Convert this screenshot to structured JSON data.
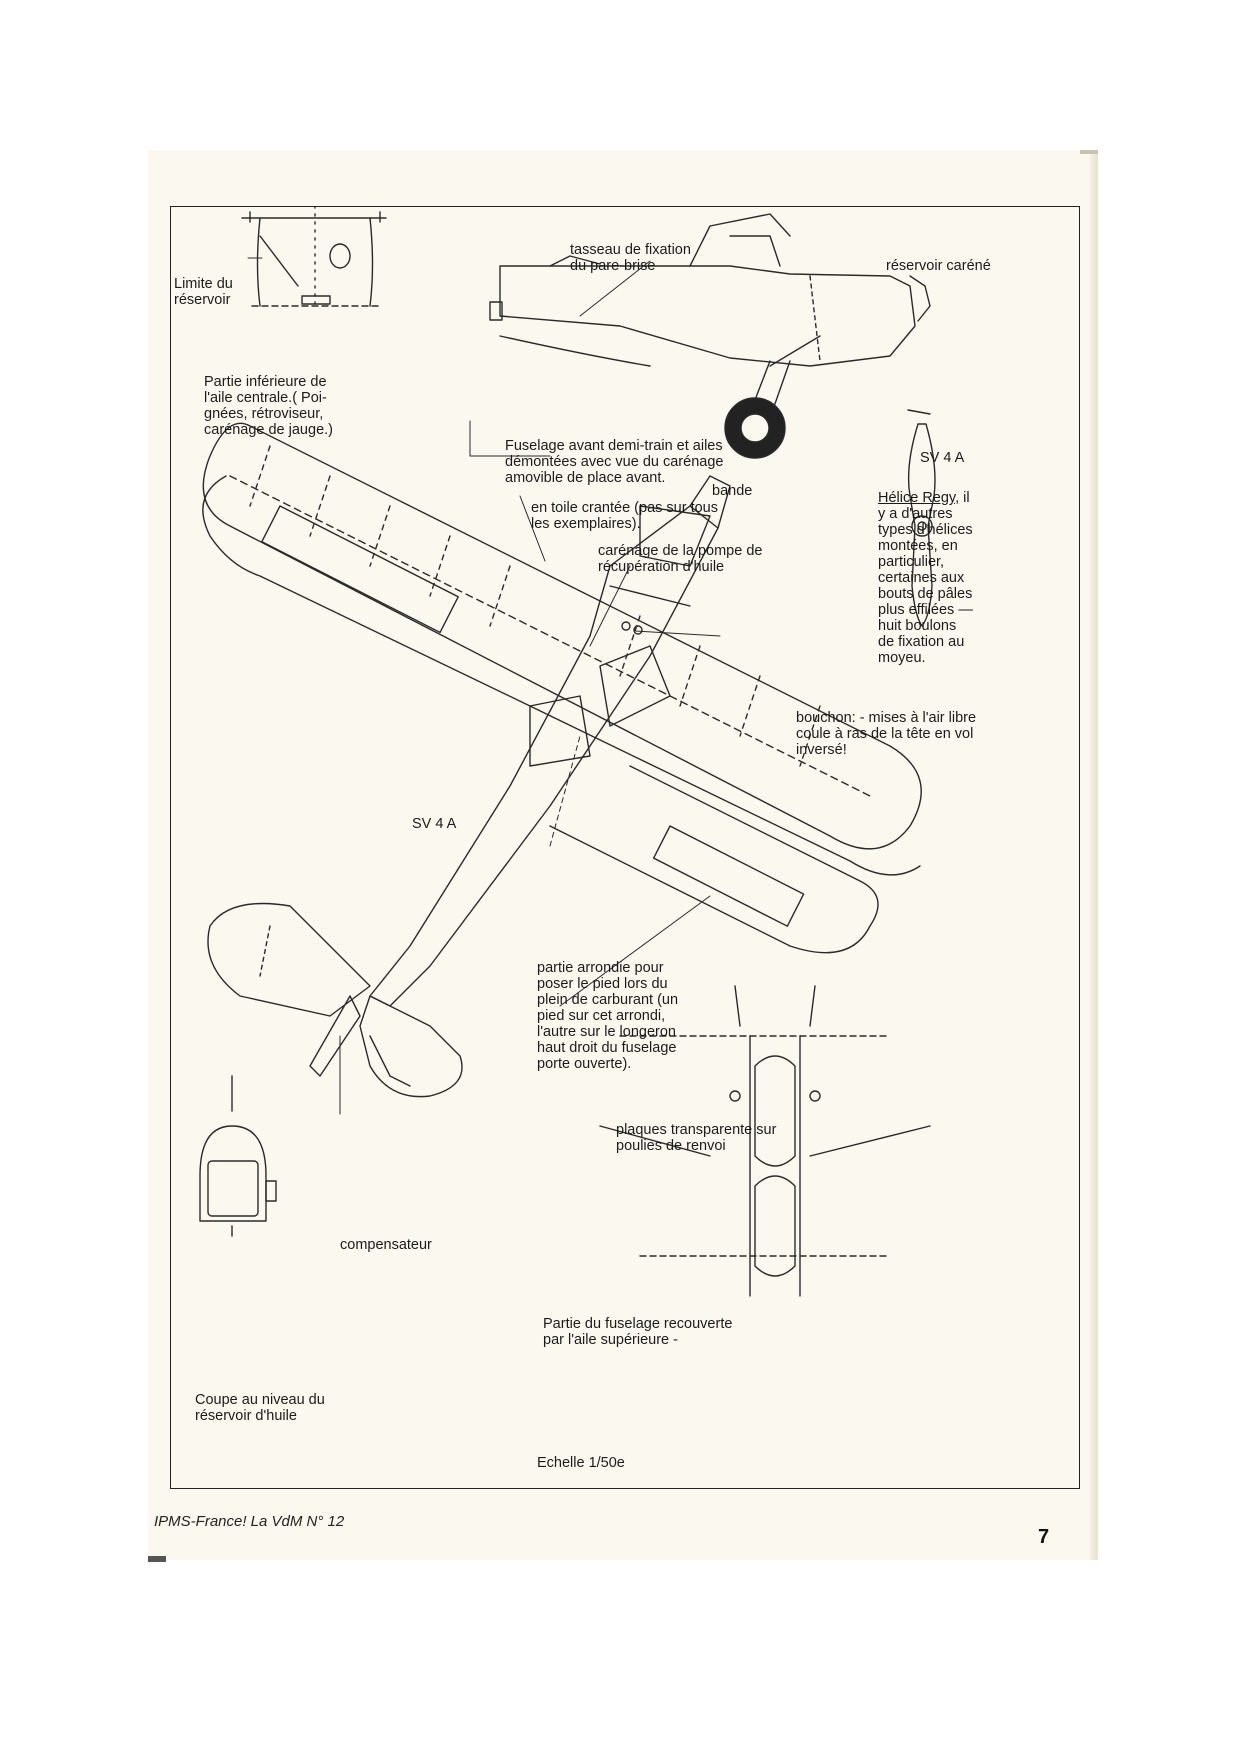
{
  "labels": {
    "limite_reservoir": "Limite du\nréservoir",
    "partie_inferieure": "Partie inférieure de\nl'aile centrale.( Poi-\ngnées, rétroviseur,\ncarénage de jauge.)",
    "tasseau": "tasseau de fixation\ndu pare-brise",
    "reservoir_carene": "réservoir caréné",
    "fuselage_avant": "Fuselage avant demi-train et ailes\ndémontées avec vue du carénage\namovible de place avant.",
    "sv4a_top": "SV 4 A",
    "bande_title": "bande",
    "bande_text": "en toile crantée (pas sur tous\nles exemplaires).",
    "helice_title": "Hélice Regy,",
    "helice_text": " il\ny a d'autres\ntypes d'hélices\nmontées, en\nparticulier,\ncertaines aux\nbouts de pâles\nplus effilées —\nhuit boulons\nde fixation au\nmoyeu.",
    "carenage_pompe": "carénage de la pompe de\nrécupération d'huile",
    "bouchon": "bouchon: - mises à l'air libre\ncoule à ras de la tête en vol\ninversé!",
    "sv4a_main": "SV 4 A",
    "partie_arrondie": "partie arrondie pour\nposer le pied lors du\nplein de carburant (un\npied sur cet arrondi,\nl'autre sur le longeron\nhaut droit du fuselage\nporte ouverte).",
    "plaques": "plaques transparente sur\npoulies de renvoi",
    "compensateur": "compensateur",
    "partie_fuselage": "Partie du fuselage recouverte\npar l'aile supérieure -",
    "coupe": "Coupe au niveau du\nréservoir d'huile",
    "echelle": "Echelle 1/50e"
  },
  "footer": {
    "source": "IPMS-France! La VdM N° 12",
    "page_number": "7"
  }
}
